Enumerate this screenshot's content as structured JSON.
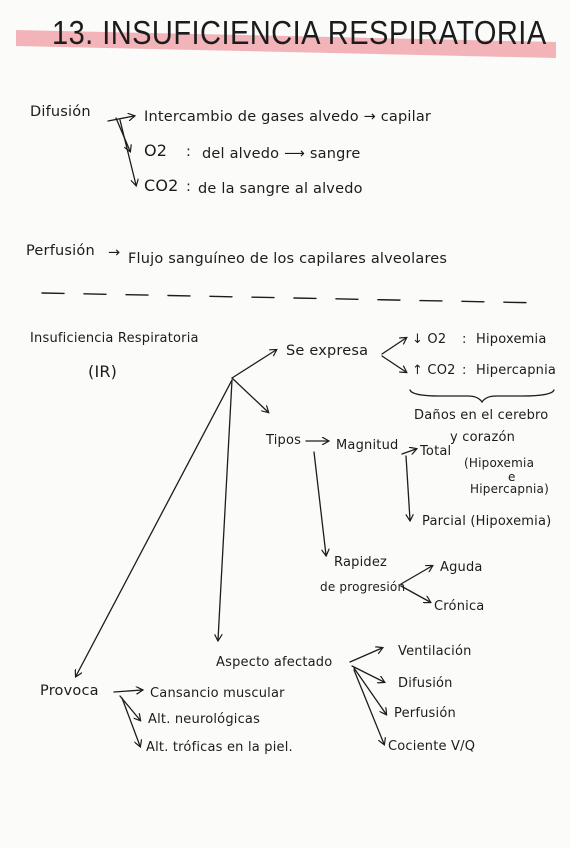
{
  "title": "13. INSUFICIENCIA RESPIRATORIA",
  "colors": {
    "highlight": "#f0a7ad",
    "ink": "#1c1c1c"
  },
  "difusion": {
    "label": "Difusión",
    "line1": "Intercambio de gases alvedo → capilar",
    "line2_gas": "O2",
    "line2_sep": ":",
    "line2_text": "del alvedo ⟶ sangre",
    "line3_gas": "CO2",
    "line3_sep": ":",
    "line3_text": "de la sangre al alvedo"
  },
  "perfusion": {
    "label": "Perfusión",
    "arrow": "→",
    "text": "Flujo sanguíneo de los capilares alveolares"
  },
  "ir": {
    "label": "Insuficiencia Respiratoria",
    "abbr": "(IR)",
    "se_expresa": "Se expresa",
    "o2": "↓ O2",
    "o2_sep": ":",
    "hipoxemia": "Hipoxemia",
    "co2": "↑ CO2",
    "co2_sep": ":",
    "hipercapnia": "Hipercapnia",
    "danos1": "Daños en el cerebro",
    "danos2": "y corazón",
    "tipos": "Tipos",
    "magnitud": "Magnitud",
    "total": "Total",
    "total_d1": "(Hipoxemia",
    "total_d2": "e",
    "total_d3": "Hipercapnia)",
    "parcial": "Parcial (Hipoxemia)",
    "rapidez1": "Rapidez",
    "rapidez2": "de progresión",
    "aguda": "Aguda",
    "cronica": "Crónica",
    "aspecto": "Aspecto afectado",
    "aspectos": [
      "Ventilación",
      "Difusión",
      "Perfusión",
      "Cociente V/Q"
    ],
    "provoca": "Provoca",
    "provoca_items": [
      "Cansancio muscular",
      "Alt. neurológicas",
      "Alt. tróficas en la piel."
    ]
  }
}
